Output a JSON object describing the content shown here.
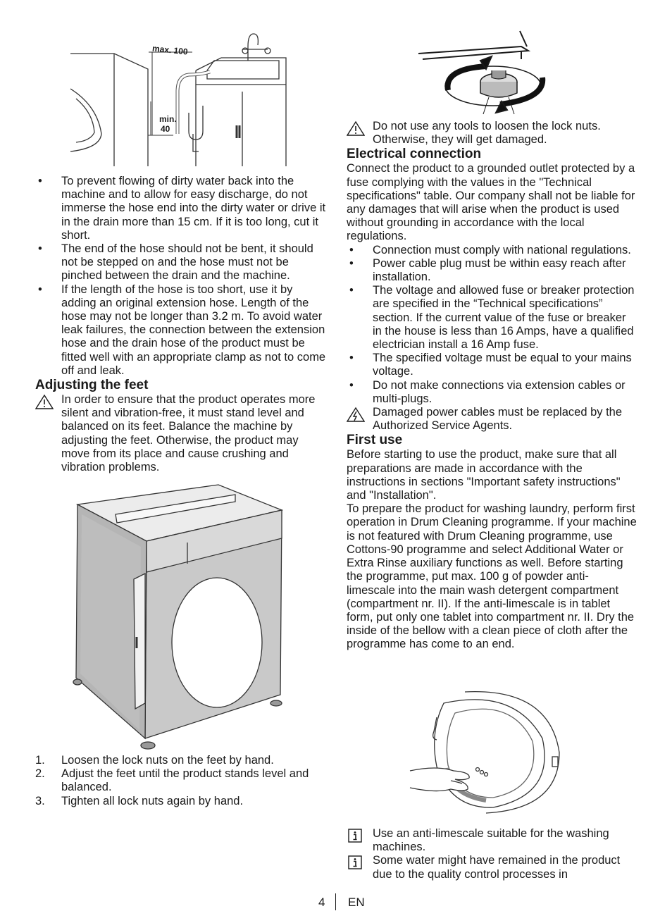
{
  "figures": {
    "hose_labels": {
      "max": "max. 100",
      "min": "min.",
      "min_value": "40"
    }
  },
  "left": {
    "bullets": [
      "To prevent flowing of dirty water back into the machine and to allow for easy discharge, do not immerse the hose end into the dirty water or drive it in the drain more than 15 cm. If it is too long, cut it short.",
      "The end of the hose should not be bent, it should not be stepped on and the hose must not be pinched between the drain and the machine.",
      "If the length of the hose is too short, use it by adding an original extension hose. Length of the hose may not be longer than 3.2 m. To avoid water leak failures, the connection between the extension hose and the drain hose of the product must be fitted well with an appropriate clamp as not to come off and leak."
    ],
    "adjusting_heading": "Adjusting the feet",
    "adjusting_warning": "In order to ensure that the product operates more silent and vibration-free, it must stand level and balanced on its feet.  Balance the machine by adjusting the feet. Otherwise, the product may move from its place and cause crushing and vibration problems.",
    "steps": [
      {
        "num": "1.",
        "text": "Loosen the lock nuts on the feet by hand."
      },
      {
        "num": "2.",
        "text": "Adjust the feet until the product stands level and balanced."
      },
      {
        "num": "3.",
        "text": "Tighten all lock nuts again by hand."
      }
    ]
  },
  "right": {
    "tools_warning": "Do not use any tools to loosen the lock nuts. Otherwise, they will get damaged.",
    "electrical_heading": "Electrical connection",
    "electrical_intro": "Connect the product to a grounded outlet protected by a fuse complying with the values in the \"Technical specifications\" table. Our company shall not be liable for any damages that will arise when the product is used without grounding in accordance with the local regulations.",
    "electrical_bullets": [
      "Connection must comply with national regulations.",
      "Power cable plug must be within easy reach after installation.",
      "The voltage and allowed fuse or breaker protection are specified in the “Technical specifications” section. If the current value of the fuse or breaker in the house is less than 16 Amps, have a qualified electrician install a 16 Amp fuse.",
      "The specified voltage must be equal to your mains voltage.",
      "Do not make connections via extension cables or multi-plugs."
    ],
    "cable_warning": "Damaged power cables must be replaced by the Authorized Service Agents.",
    "first_use_heading": "First use",
    "first_use_p1": "Before starting to use the product, make sure that all preparations are made in accordance with the instructions in sections \"Important safety instructions\" and \"Installation\".",
    "first_use_p2": "To prepare the product for washing laundry, perform first operation in Drum Cleaning programme. If your machine is not featured with Drum Cleaning programme, use Cottons-90 programme and select Additional Water or Extra Rinse auxiliary functions as well. Before starting the programme, put max. 100 g of powder anti-limescale into the main wash detergent compartment (compartment nr. II). If the anti-limescale is in tablet form, put only one tablet into compartment nr. II. Dry the inside of the bellow with a clean piece of cloth after the programme has come to an end.",
    "info_notes": [
      "Use an anti-limescale suitable for the washing machines.",
      "Some water might have remained in the product due to the quality control processes in"
    ]
  },
  "footer": {
    "page": "4",
    "lang": "EN"
  }
}
